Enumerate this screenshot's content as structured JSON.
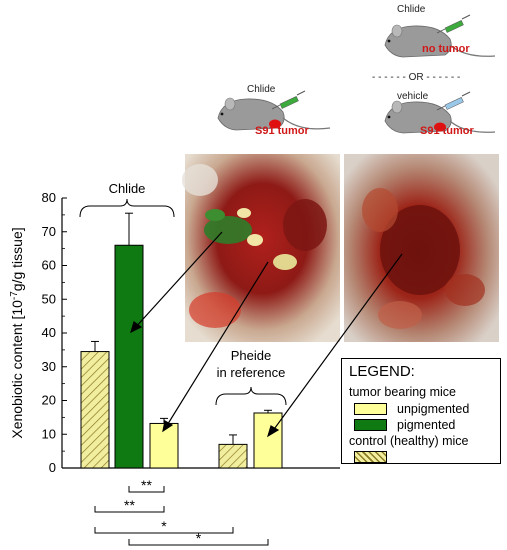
{
  "chart_data": {
    "type": "bar",
    "ylabel_main": "Xenobiotic content [10",
    "ylabel_exp": "-7",
    "ylabel_tail": "g/g tissue]",
    "ylim": [
      0,
      80
    ],
    "yticks": [
      0,
      10,
      20,
      30,
      40,
      50,
      60,
      70,
      80
    ],
    "bars": [
      {
        "value": 34.5,
        "error": 3,
        "kind": "control"
      },
      {
        "value": 66,
        "error": 9.5,
        "kind": "pigmented"
      },
      {
        "value": 13.2,
        "error": 1.5,
        "kind": "unpigmented"
      },
      {
        "value": 7,
        "error": 2.8,
        "kind": "control"
      },
      {
        "value": 16.3,
        "error": 0.8,
        "kind": "unpigmented"
      }
    ],
    "group_labels": {
      "chlide": "Chlide",
      "pheide_line1": "Pheide",
      "pheide_line2": "in reference"
    },
    "significance": [
      {
        "from": 2,
        "to": 3,
        "label": "**"
      },
      {
        "from": 1,
        "to": 3,
        "label": "**"
      },
      {
        "from": 1,
        "to": 4,
        "label": "*"
      },
      {
        "from": 2,
        "to": 5,
        "label": "*"
      }
    ]
  },
  "legend": {
    "title": "LEGEND:",
    "tumor_header": "tumor bearing mice",
    "unpigmented": "unpigmented",
    "pigmented": "pigmented",
    "control_header": "control (healthy) mice"
  },
  "mice": {
    "left_top_label": "Chlide",
    "left_tumor": "S91 tumor",
    "right_top_label": "Chlide",
    "right_top_status": "no tumor",
    "or_label": "- - - - - - OR - - - - - -",
    "right_bottom_label": "vehicle",
    "right_bottom_tumor": "S91 tumor"
  },
  "colors": {
    "pigmented": "#0f7a12",
    "unpigmented": "#ffff99",
    "control_fill": "#f2eea0",
    "hatch": "#8a7a20",
    "tumor_red": "#d01818"
  }
}
